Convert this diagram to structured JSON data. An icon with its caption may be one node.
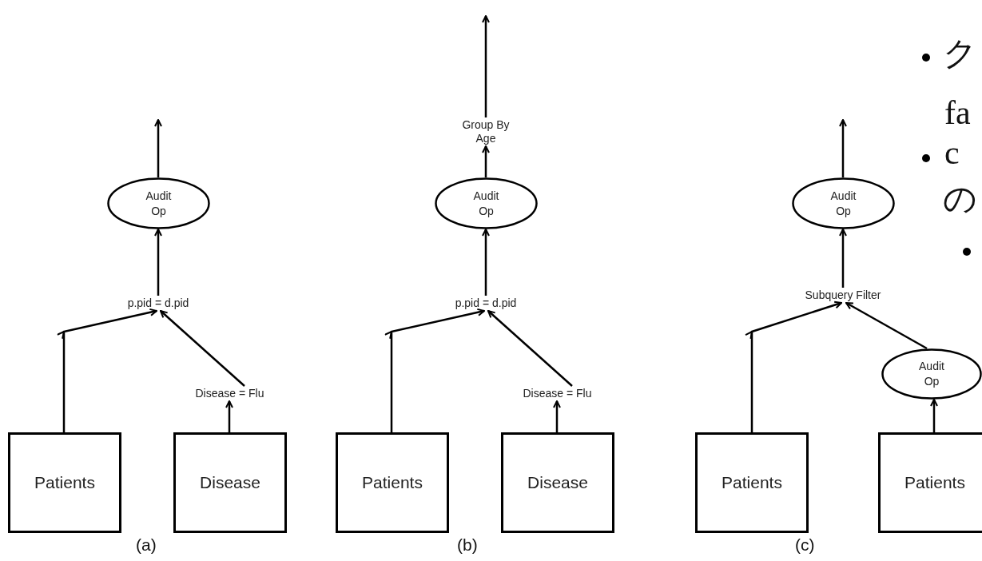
{
  "diagram": {
    "nodes": [
      {
        "text": [
          "Patients"
        ]
      },
      {
        "text": [
          "Disease"
        ]
      },
      {
        "text": [
          "Disease = Flu"
        ]
      },
      {
        "text": [
          "p.pid = d.pid"
        ]
      },
      {
        "text": [
          "Audit Op"
        ]
      },
      {
        "text": [
          "Patients"
        ]
      },
      {
        "text": [
          "Disease"
        ]
      },
      {
        "text": [
          "Disease = Flu"
        ]
      },
      {
        "text": [
          "p.pid = d.pid"
        ]
      },
      {
        "text": [
          "Audit Op"
        ]
      },
      {
        "text": [
          "Group By Age"
        ]
      },
      {
        "text": [
          "Patients"
        ]
      },
      {
        "text": [
          "Patients"
        ]
      },
      {
        "text": [
          "Audit Op"
        ]
      },
      {
        "text": [
          "Subquery Filter"
        ]
      },
      {
        "text": [
          "Audit Op"
        ]
      }
    ],
    "edges": [
      {
        "from": 0,
        "to": 3,
        "arrow": "to"
      },
      {
        "from": 1,
        "to": 2,
        "arrow": "to"
      },
      {
        "from": 2,
        "to": 3,
        "arrow": "to"
      },
      {
        "from": 3,
        "to": 4,
        "arrow": "to"
      },
      {
        "from": 4,
        "to": null,
        "arrow": "to"
      },
      {
        "from": 5,
        "to": 8,
        "arrow": "to"
      },
      {
        "from": 6,
        "to": 7,
        "arrow": "to"
      },
      {
        "from": 7,
        "to": 8,
        "arrow": "to"
      },
      {
        "from": 8,
        "to": 9,
        "arrow": "to"
      },
      {
        "from": 9,
        "to": 10,
        "arrow": "to"
      },
      {
        "from": 10,
        "to": null,
        "arrow": "to"
      },
      {
        "from": 11,
        "to": 14,
        "arrow": "to"
      },
      {
        "from": 12,
        "to": 13,
        "arrow": "to"
      },
      {
        "from": 13,
        "to": 14,
        "arrow": "to"
      },
      {
        "from": 14,
        "to": 15,
        "arrow": "to"
      },
      {
        "from": 15,
        "to": null,
        "arrow": "to"
      }
    ],
    "labels": [
      "(a)",
      "(b)",
      "(c)",
      "ク",
      "fa",
      "c",
      "の"
    ]
  }
}
